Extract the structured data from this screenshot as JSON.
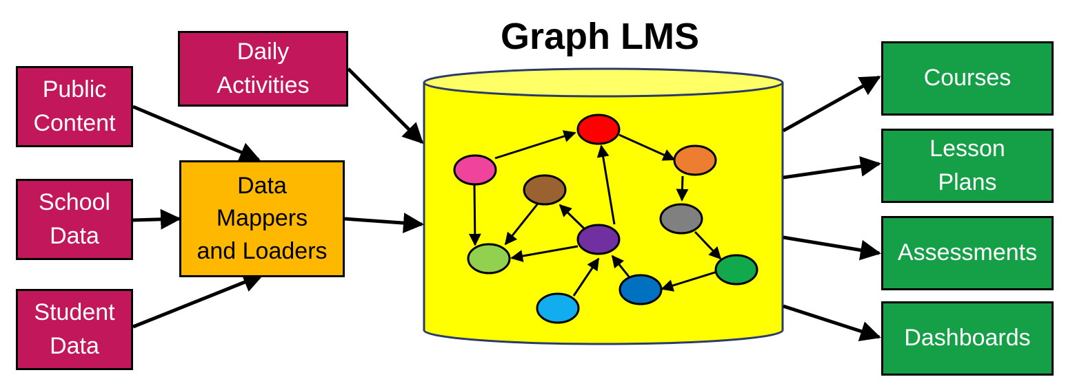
{
  "title": "Graph LMS",
  "sources": {
    "public_content": "Public\nContent",
    "daily_activities": "Daily\nActivities",
    "school_data": "School\nData",
    "student_data": "Student\nData"
  },
  "processor": "Data\nMappers\nand Loaders",
  "outputs": {
    "courses": "Courses",
    "lesson_plans": "Lesson\nPlans",
    "assessments": "Assessments",
    "dashboards": "Dashboards"
  },
  "colors": {
    "source_box": "#C2185B",
    "processor_box": "#FFB800",
    "output_box": "#15A047",
    "database": "#FFFF00",
    "database_top": "#FFFF66"
  },
  "graph_nodes": [
    {
      "id": "pink",
      "color": "#F0449C"
    },
    {
      "id": "red",
      "color": "#FF0000"
    },
    {
      "id": "orange",
      "color": "#ED7D31"
    },
    {
      "id": "brown",
      "color": "#9A6231"
    },
    {
      "id": "gray",
      "color": "#808080"
    },
    {
      "id": "purple",
      "color": "#7030A0"
    },
    {
      "id": "light-green",
      "color": "#92D050"
    },
    {
      "id": "green",
      "color": "#12A84C"
    },
    {
      "id": "blue",
      "color": "#0070C0"
    },
    {
      "id": "light-blue",
      "color": "#12ADEE"
    }
  ]
}
